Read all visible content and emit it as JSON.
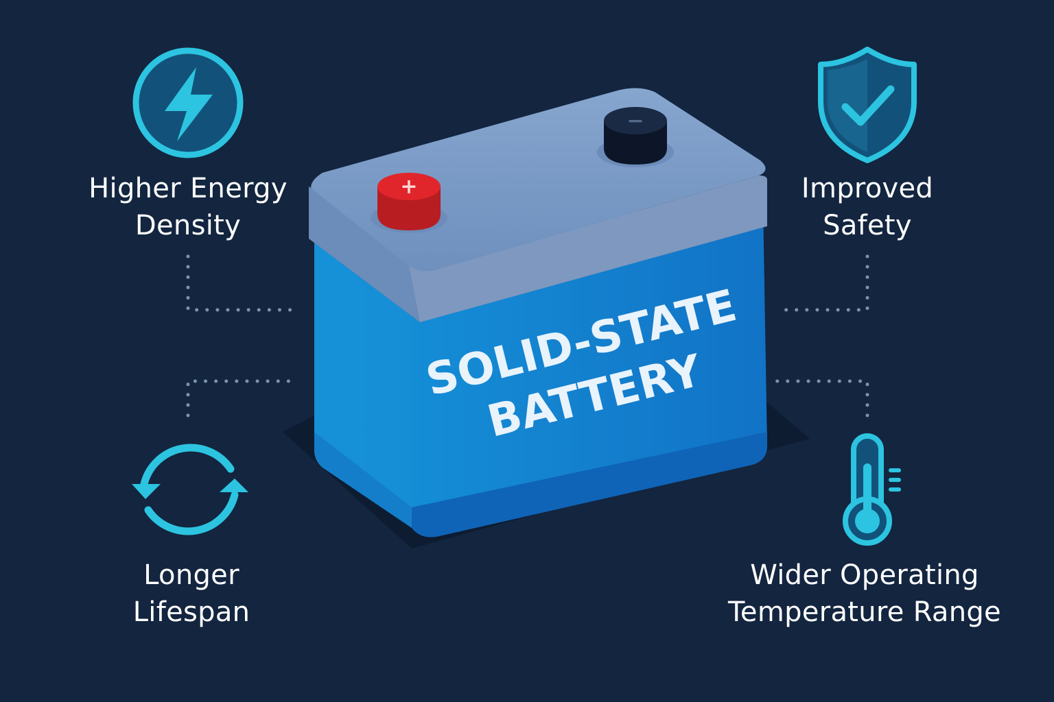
{
  "battery": {
    "label_line1": "SOLID-STATE",
    "label_line2": "BATTERY",
    "positive_symbol": "+",
    "negative_symbol": "−"
  },
  "features": {
    "energy": {
      "line1": "Higher Energy",
      "line2": "Density",
      "icon": "lightning-bolt-icon"
    },
    "safety": {
      "line1": "Improved",
      "line2": "Safety",
      "icon": "shield-check-icon"
    },
    "lifespan": {
      "line1": "Longer",
      "line2": "Lifespan",
      "icon": "cycle-arrows-icon"
    },
    "temperature": {
      "line1": "Wider Operating",
      "line2": "Temperature Range",
      "icon": "thermometer-icon"
    }
  },
  "colors": {
    "background": "#13253f",
    "accent": "#2cc4e0",
    "battery_body": "#1582d4",
    "battery_lid": "#7d9dc8",
    "positive_terminal": "#e0262b",
    "negative_terminal": "#13203a"
  }
}
